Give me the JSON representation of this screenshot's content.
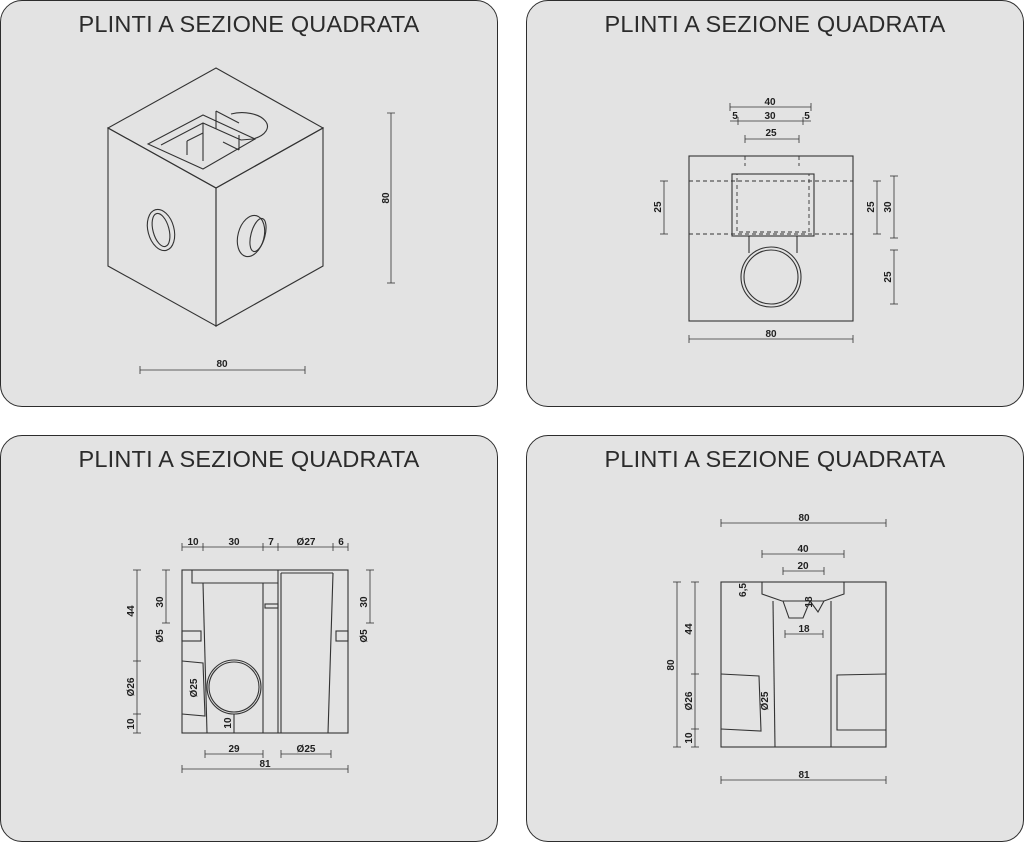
{
  "panels": [
    {
      "title": "PLINTI A SEZIONE QUADRATA",
      "view": "isometric",
      "dims": {
        "height": "80",
        "width": "80"
      }
    },
    {
      "title": "PLINTI A SEZIONE QUADRATA",
      "view": "plan",
      "dims": {
        "top_total": "40",
        "top_left": "5",
        "top_mid": "30",
        "top_right": "5",
        "inner": "25",
        "left_band": "25",
        "right_band": "25",
        "right_box": "30",
        "right_pipe": "25",
        "bottom": "80"
      }
    },
    {
      "title": "PLINTI A SEZIONE QUADRATA",
      "view": "section",
      "dims": {
        "top_a": "10",
        "top_b": "30",
        "top_c": "7",
        "top_d": "Ø27",
        "top_e": "6",
        "left_44": "44",
        "left_30": "30",
        "left_d5": "Ø5",
        "left_d26": "Ø26",
        "left_10": "10",
        "in_d25": "Ø25",
        "in_10": "10",
        "right_30": "30",
        "right_d5": "Ø5",
        "bot_29": "29",
        "bot_d25": "Ø25",
        "bot_81": "81"
      }
    },
    {
      "title": "PLINTI A SEZIONE QUADRATA",
      "view": "side-section",
      "dims": {
        "top_80": "80",
        "top_40": "40",
        "top_20": "20",
        "d_6_5": "6,5",
        "d_18v": "18",
        "d_18h": "18",
        "left_80": "80",
        "left_44": "44",
        "left_d26": "Ø26",
        "left_10": "10",
        "in_d25": "Ø25",
        "bot_81": "81"
      }
    }
  ],
  "colors": {
    "panel_bg": "#e3e3e3",
    "line": "#333333",
    "paper": "#ffffff"
  }
}
